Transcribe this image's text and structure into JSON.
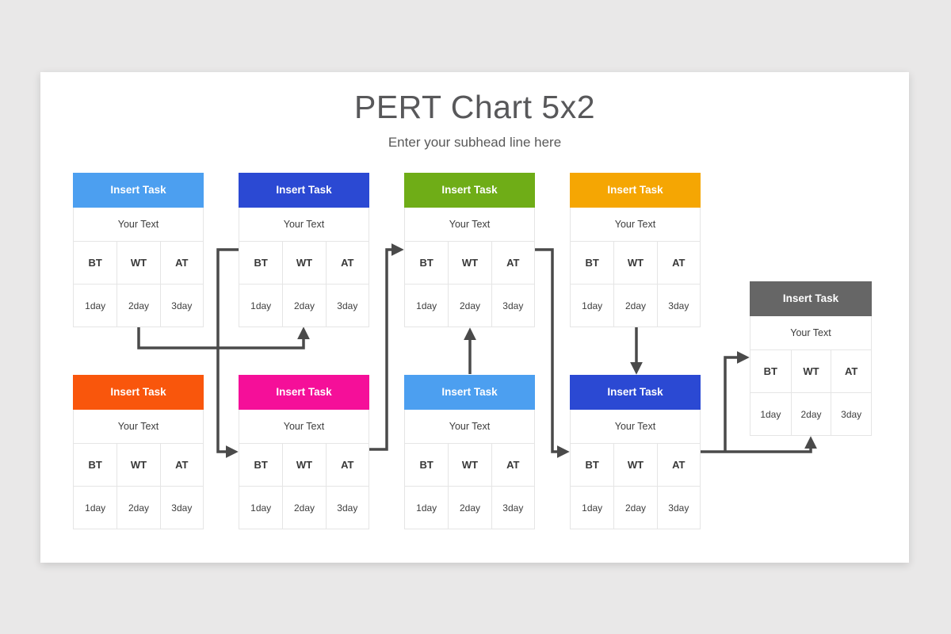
{
  "title": "PERT Chart 5x2",
  "subtitle": "Enter your subhead line here",
  "arrow_color": "#4a4a4a",
  "cards": [
    {
      "name": "top-1",
      "title": "Insert Task",
      "subtitle": "Your Text",
      "color": "#4c9ff0",
      "columns": [
        "BT",
        "WT",
        "AT"
      ],
      "durations": [
        "1day",
        "2day",
        "3day"
      ]
    },
    {
      "name": "top-2",
      "title": "Insert Task",
      "subtitle": "Your Text",
      "color": "#2b49d3",
      "columns": [
        "BT",
        "WT",
        "AT"
      ],
      "durations": [
        "1day",
        "2day",
        "3day"
      ]
    },
    {
      "name": "top-3",
      "title": "Insert Task",
      "subtitle": "Your Text",
      "color": "#6fad17",
      "columns": [
        "BT",
        "WT",
        "AT"
      ],
      "durations": [
        "1day",
        "2day",
        "3day"
      ]
    },
    {
      "name": "top-4",
      "title": "Insert Task",
      "subtitle": "Your Text",
      "color": "#f5a603",
      "columns": [
        "BT",
        "WT",
        "AT"
      ],
      "durations": [
        "1day",
        "2day",
        "3day"
      ]
    },
    {
      "name": "bottom-1",
      "title": "Insert Task",
      "subtitle": "Your Text",
      "color": "#f9560c",
      "columns": [
        "BT",
        "WT",
        "AT"
      ],
      "durations": [
        "1day",
        "2day",
        "3day"
      ]
    },
    {
      "name": "bottom-2",
      "title": "Insert Task",
      "subtitle": "Your Text",
      "color": "#f50f99",
      "columns": [
        "BT",
        "WT",
        "AT"
      ],
      "durations": [
        "1day",
        "2day",
        "3day"
      ]
    },
    {
      "name": "bottom-3",
      "title": "Insert Task",
      "subtitle": "Your Text",
      "color": "#4c9ff0",
      "columns": [
        "BT",
        "WT",
        "AT"
      ],
      "durations": [
        "1day",
        "2day",
        "3day"
      ]
    },
    {
      "name": "bottom-4",
      "title": "Insert Task",
      "subtitle": "Your Text",
      "color": "#2b49d3",
      "columns": [
        "BT",
        "WT",
        "AT"
      ],
      "durations": [
        "1day",
        "2day",
        "3day"
      ]
    },
    {
      "name": "end",
      "title": "Insert Task",
      "subtitle": "Your Text",
      "color": "#666666",
      "columns": [
        "BT",
        "WT",
        "AT"
      ],
      "durations": [
        "1day",
        "2day",
        "3day"
      ]
    }
  ]
}
